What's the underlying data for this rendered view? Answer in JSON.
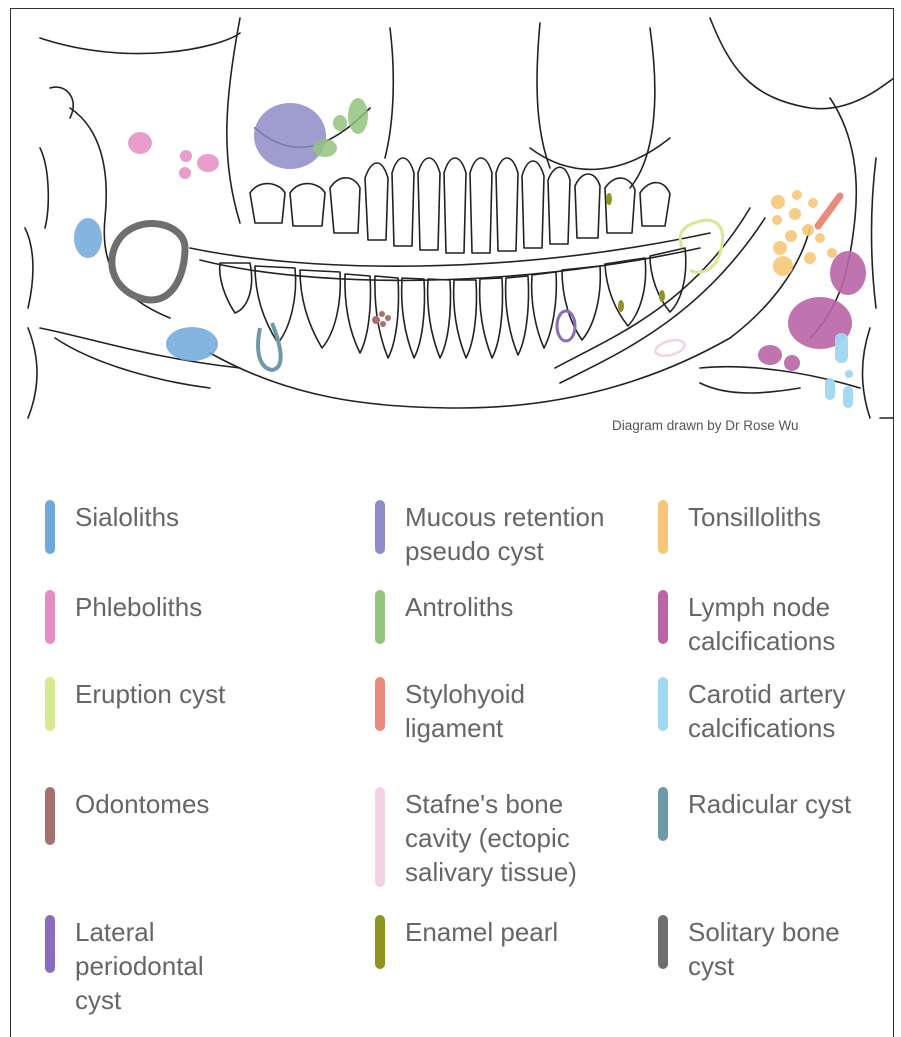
{
  "credit": "Diagram drawn by Dr Rose Wu",
  "legend": [
    {
      "label": "Sialoliths",
      "color": "#6fa8dc"
    },
    {
      "label": "Mucous retention\npseudo cyst",
      "color": "#8e8cc8"
    },
    {
      "label": "Tonsilloliths",
      "color": "#f6c77a"
    },
    {
      "label": "Phleboliths",
      "color": "#e58cc2"
    },
    {
      "label": "Antroliths",
      "color": "#93c47d"
    },
    {
      "label": "Lymph node\ncalcifications",
      "color": "#b966a8"
    },
    {
      "label": "Eruption cyst",
      "color": "#d6e890"
    },
    {
      "label": "Stylohyoid\nligament",
      "color": "#ea8a7d"
    },
    {
      "label": "Carotid artery\ncalcifications",
      "color": "#9fd9f2"
    },
    {
      "label": "Odontomes",
      "color": "#a6726e"
    },
    {
      "label": "Stafne's bone\ncavity (ectopic\nsalivary tissue)",
      "color": "#f4d2e6"
    },
    {
      "label": "Radicular cyst",
      "color": "#6d9aa6"
    },
    {
      "label": "Lateral\nperiodontal\ncyst",
      "color": "#8a6bbd"
    },
    {
      "label": "Enamel pearl",
      "color": "#8d9420"
    },
    {
      "label": "Solitary bone\ncyst",
      "color": "#6e6e6e"
    }
  ]
}
